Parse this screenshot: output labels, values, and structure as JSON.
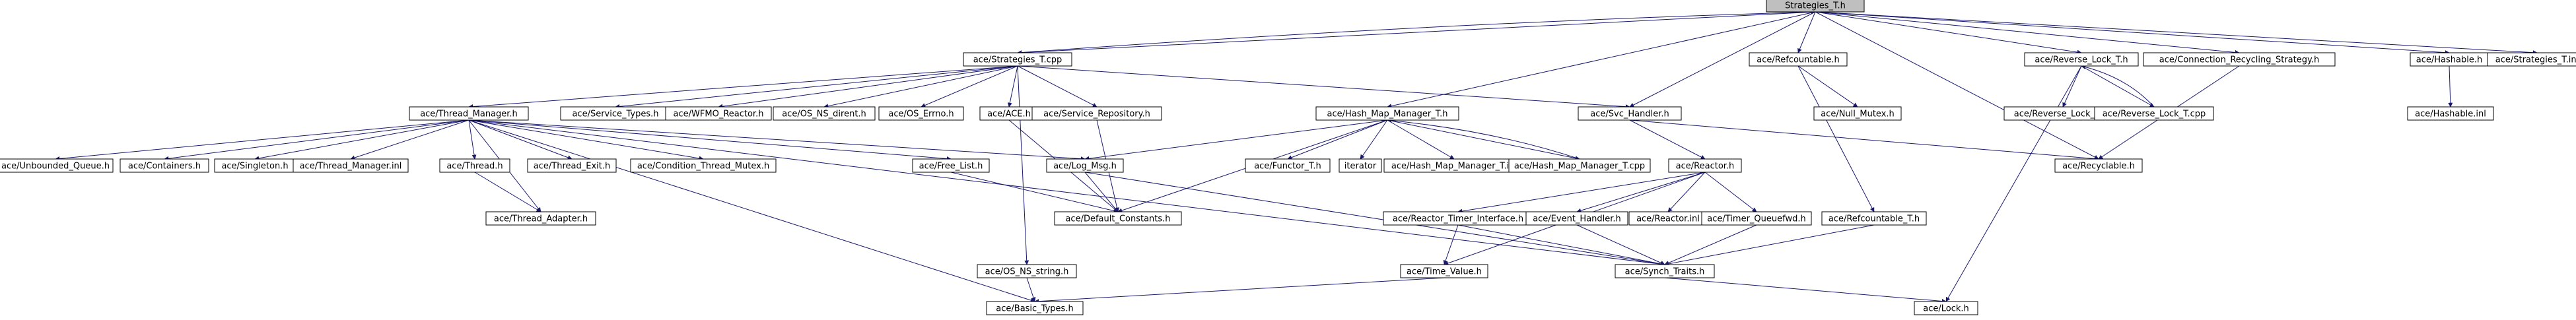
{
  "colors": {
    "edge": "#191970",
    "root_fill": "#bfbfbf",
    "doc_border": "#000000",
    "nodoc_border": "#ff0000",
    "text": "#000000"
  },
  "nodes": [
    {
      "id": "root",
      "label": "Strategies_T.h",
      "style": "root"
    },
    {
      "id": "strat_cpp",
      "label": "ace/Strategies_T.cpp",
      "style": "doc"
    },
    {
      "id": "refcountable",
      "label": "ace/Refcountable.h",
      "style": "doc"
    },
    {
      "id": "rev_lock",
      "label": "ace/Reverse_Lock_T.h",
      "style": "doc"
    },
    {
      "id": "conn_recyc",
      "label": "ace/Connection_Recycling_Strategy.h",
      "style": "doc"
    },
    {
      "id": "hashable",
      "label": "ace/Hashable.h",
      "style": "doc"
    },
    {
      "id": "strat_inl",
      "label": "ace/Strategies_T.inl",
      "style": "doc"
    },
    {
      "id": "thread_mgr",
      "label": "ace/Thread_Manager.h",
      "style": "doc"
    },
    {
      "id": "svc_types",
      "label": "ace/Service_Types.h",
      "style": "nodoc"
    },
    {
      "id": "wfmo",
      "label": "ace/WFMO_Reactor.h",
      "style": "doc"
    },
    {
      "id": "os_ns_dirent",
      "label": "ace/OS_NS_dirent.h",
      "style": "nodoc"
    },
    {
      "id": "os_errno",
      "label": "ace/OS_Errno.h",
      "style": "nodoc"
    },
    {
      "id": "ace_h",
      "label": "ace/ACE.h",
      "style": "nodoc"
    },
    {
      "id": "svc_repo",
      "label": "ace/Service_Repository.h",
      "style": "nodoc"
    },
    {
      "id": "hash_map_mgr",
      "label": "ace/Hash_Map_Manager_T.h",
      "style": "doc"
    },
    {
      "id": "svc_handler",
      "label": "ace/Svc_Handler.h",
      "style": "nodoc"
    },
    {
      "id": "null_mutex",
      "label": "ace/Null_Mutex.h",
      "style": "nodoc"
    },
    {
      "id": "rev_lock_inl",
      "label": "ace/Reverse_Lock_T.inl",
      "style": "nodoc"
    },
    {
      "id": "rev_lock_cpp",
      "label": "ace/Reverse_Lock_T.cpp",
      "style": "doc"
    },
    {
      "id": "hashable_inl",
      "label": "ace/Hashable.inl",
      "style": "doc"
    },
    {
      "id": "recyclable",
      "label": "ace/Recyclable.h",
      "style": "nodoc"
    },
    {
      "id": "unb_queue",
      "label": "ace/Unbounded_Queue.h",
      "style": "nodoc"
    },
    {
      "id": "containers",
      "label": "ace/Containers.h",
      "style": "nodoc"
    },
    {
      "id": "singleton",
      "label": "ace/Singleton.h",
      "style": "nodoc"
    },
    {
      "id": "thread_mgr_inl",
      "label": "ace/Thread_Manager.inl",
      "style": "doc"
    },
    {
      "id": "thread_h",
      "label": "ace/Thread.h",
      "style": "nodoc"
    },
    {
      "id": "thread_exit",
      "label": "ace/Thread_Exit.h",
      "style": "nodoc"
    },
    {
      "id": "cond_thr_mutex",
      "label": "ace/Condition_Thread_Mutex.h",
      "style": "nodoc"
    },
    {
      "id": "free_list",
      "label": "ace/Free_List.h",
      "style": "nodoc"
    },
    {
      "id": "log_msg",
      "label": "ace/Log_Msg.h",
      "style": "nodoc"
    },
    {
      "id": "functor",
      "label": "ace/Functor_T.h",
      "style": "nodoc"
    },
    {
      "id": "iterator",
      "label": "iterator",
      "style": "plain"
    },
    {
      "id": "hash_map_inl",
      "label": "ace/Hash_Map_Manager_T.inl",
      "style": "nodoc"
    },
    {
      "id": "hash_map_cpp",
      "label": "ace/Hash_Map_Manager_T.cpp",
      "style": "nodoc"
    },
    {
      "id": "reactor",
      "label": "ace/Reactor.h",
      "style": "doc"
    },
    {
      "id": "thread_adapter",
      "label": "ace/Thread_Adapter.h",
      "style": "nodoc"
    },
    {
      "id": "default_consts",
      "label": "ace/Default_Constants.h",
      "style": "nodoc"
    },
    {
      "id": "reactor_timer",
      "label": "ace/Reactor_Timer_Interface.h",
      "style": "doc"
    },
    {
      "id": "event_handler",
      "label": "ace/Event_Handler.h",
      "style": "nodoc"
    },
    {
      "id": "reactor_inl",
      "label": "ace/Reactor.inl",
      "style": "nodoc"
    },
    {
      "id": "timer_queuefwd",
      "label": "ace/Timer_Queuefwd.h",
      "style": "doc"
    },
    {
      "id": "refcountable_t",
      "label": "ace/Refcountable_T.h",
      "style": "nodoc"
    },
    {
      "id": "os_ns_string",
      "label": "ace/OS_NS_string.h",
      "style": "nodoc"
    },
    {
      "id": "time_value",
      "label": "ace/Time_Value.h",
      "style": "nodoc"
    },
    {
      "id": "synch_traits",
      "label": "ace/Synch_Traits.h",
      "style": "doc"
    },
    {
      "id": "basic_types",
      "label": "ace/Basic_Types.h",
      "style": "nodoc"
    },
    {
      "id": "lock_h",
      "label": "ace/Lock.h",
      "style": "nodoc"
    }
  ],
  "edges": [
    [
      "root",
      "strat_cpp"
    ],
    [
      "strat_cpp",
      "root"
    ],
    [
      "root",
      "refcountable"
    ],
    [
      "root",
      "rev_lock"
    ],
    [
      "root",
      "conn_recyc"
    ],
    [
      "root",
      "hashable"
    ],
    [
      "root",
      "strat_inl"
    ],
    [
      "root",
      "hash_map_mgr"
    ],
    [
      "root",
      "svc_handler"
    ],
    [
      "root",
      "recyclable"
    ],
    [
      "strat_cpp",
      "thread_mgr"
    ],
    [
      "strat_cpp",
      "svc_types"
    ],
    [
      "strat_cpp",
      "wfmo"
    ],
    [
      "strat_cpp",
      "os_ns_dirent"
    ],
    [
      "strat_cpp",
      "os_errno"
    ],
    [
      "strat_cpp",
      "ace_h"
    ],
    [
      "strat_cpp",
      "svc_repo"
    ],
    [
      "strat_cpp",
      "os_ns_string"
    ],
    [
      "strat_cpp",
      "svc_handler"
    ],
    [
      "refcountable",
      "null_mutex"
    ],
    [
      "refcountable",
      "refcountable_t"
    ],
    [
      "rev_lock",
      "rev_lock_inl"
    ],
    [
      "rev_lock",
      "rev_lock_cpp"
    ],
    [
      "rev_lock_cpp",
      "rev_lock"
    ],
    [
      "rev_lock",
      "lock_h"
    ],
    [
      "conn_recyc",
      "recyclable"
    ],
    [
      "hashable",
      "hashable_inl"
    ],
    [
      "thread_mgr",
      "unb_queue"
    ],
    [
      "thread_mgr",
      "containers"
    ],
    [
      "thread_mgr",
      "singleton"
    ],
    [
      "thread_mgr",
      "thread_mgr_inl"
    ],
    [
      "thread_mgr",
      "thread_h"
    ],
    [
      "thread_mgr",
      "thread_adapter"
    ],
    [
      "thread_mgr",
      "thread_exit"
    ],
    [
      "thread_mgr",
      "cond_thr_mutex"
    ],
    [
      "thread_mgr",
      "free_list"
    ],
    [
      "thread_mgr",
      "log_msg"
    ],
    [
      "thread_mgr",
      "synch_traits"
    ],
    [
      "thread_mgr",
      "basic_types"
    ],
    [
      "thread_h",
      "thread_adapter"
    ],
    [
      "free_list",
      "default_consts"
    ],
    [
      "log_msg",
      "default_consts"
    ],
    [
      "log_msg",
      "synch_traits"
    ],
    [
      "ace_h",
      "default_consts"
    ],
    [
      "svc_repo",
      "default_consts"
    ],
    [
      "hash_map_mgr",
      "functor"
    ],
    [
      "hash_map_mgr",
      "iterator"
    ],
    [
      "hash_map_mgr",
      "hash_map_inl"
    ],
    [
      "hash_map_mgr",
      "hash_map_cpp"
    ],
    [
      "hash_map_cpp",
      "hash_map_mgr"
    ],
    [
      "hash_map_mgr",
      "log_msg"
    ],
    [
      "hash_map_mgr",
      "default_consts"
    ],
    [
      "svc_handler",
      "reactor"
    ],
    [
      "svc_handler",
      "recyclable"
    ],
    [
      "reactor",
      "reactor_timer"
    ],
    [
      "reactor",
      "event_handler"
    ],
    [
      "reactor",
      "reactor_inl"
    ],
    [
      "reactor",
      "timer_queuefwd"
    ],
    [
      "reactor",
      "time_value"
    ],
    [
      "reactor_timer",
      "time_value"
    ],
    [
      "reactor_timer",
      "synch_traits"
    ],
    [
      "event_handler",
      "synch_traits"
    ],
    [
      "timer_queuefwd",
      "synch_traits"
    ],
    [
      "refcountable_t",
      "synch_traits"
    ],
    [
      "os_ns_string",
      "basic_types"
    ],
    [
      "time_value",
      "basic_types"
    ],
    [
      "synch_traits",
      "lock_h"
    ]
  ]
}
